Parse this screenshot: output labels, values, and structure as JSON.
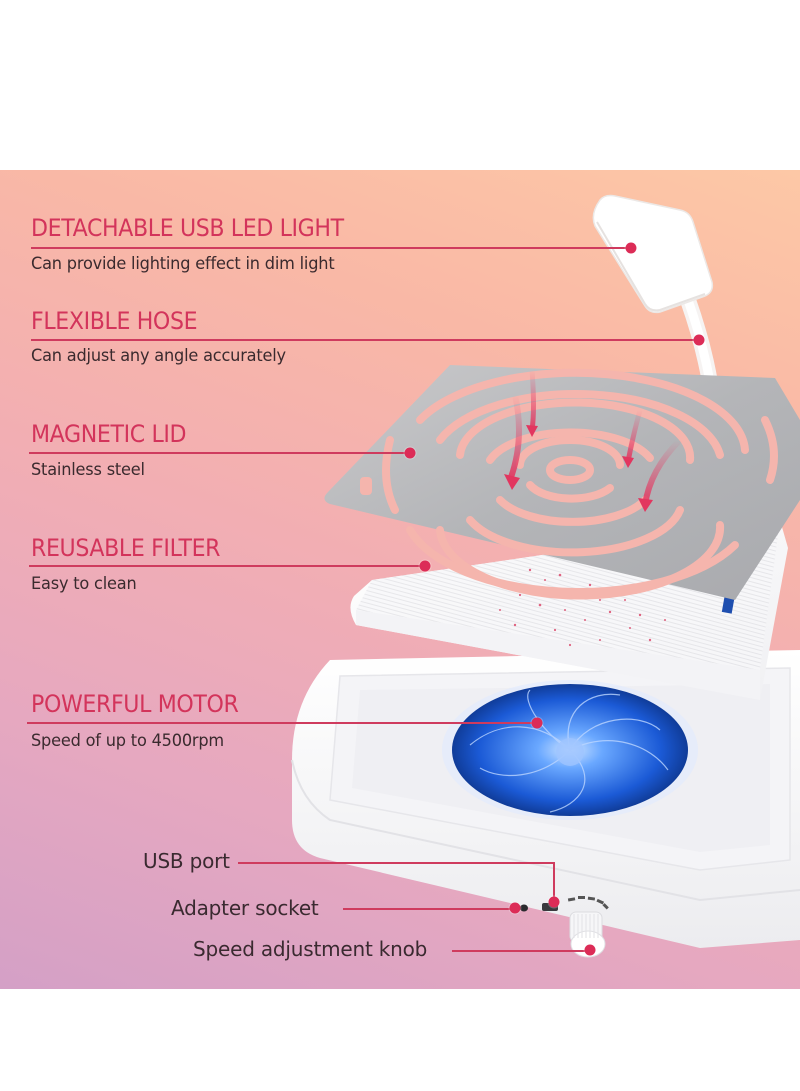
{
  "features": [
    {
      "title": "DETACHABLE USB LED LIGHT",
      "subtitle": "Can provide lighting effect in dim light"
    },
    {
      "title": "FLEXIBLE HOSE",
      "subtitle": "Can adjust any angle accurately"
    },
    {
      "title": "MAGNETIC LID",
      "subtitle": "Stainless steel"
    },
    {
      "title": "REUSABLE FILTER",
      "subtitle": "Easy to clean"
    },
    {
      "title": "POWERFUL MOTOR",
      "subtitle": "Speed of up to 4500rpm"
    }
  ],
  "callouts": [
    {
      "label": "USB port"
    },
    {
      "label": "Adapter socket"
    },
    {
      "label": "Speed adjustment knob"
    }
  ],
  "colors": {
    "accent": "#d3345b",
    "dot": "#dc2c57",
    "text": "#3a2a2e",
    "fan_blue": "#1d5fd6",
    "filter_tab": "#1f4fb0"
  },
  "icons": {
    "lamp": "led-lamp-icon",
    "lid": "magnetic-lid-grid",
    "filter": "filter-pad",
    "fan": "fan-icon",
    "knob": "speed-knob-icon"
  }
}
